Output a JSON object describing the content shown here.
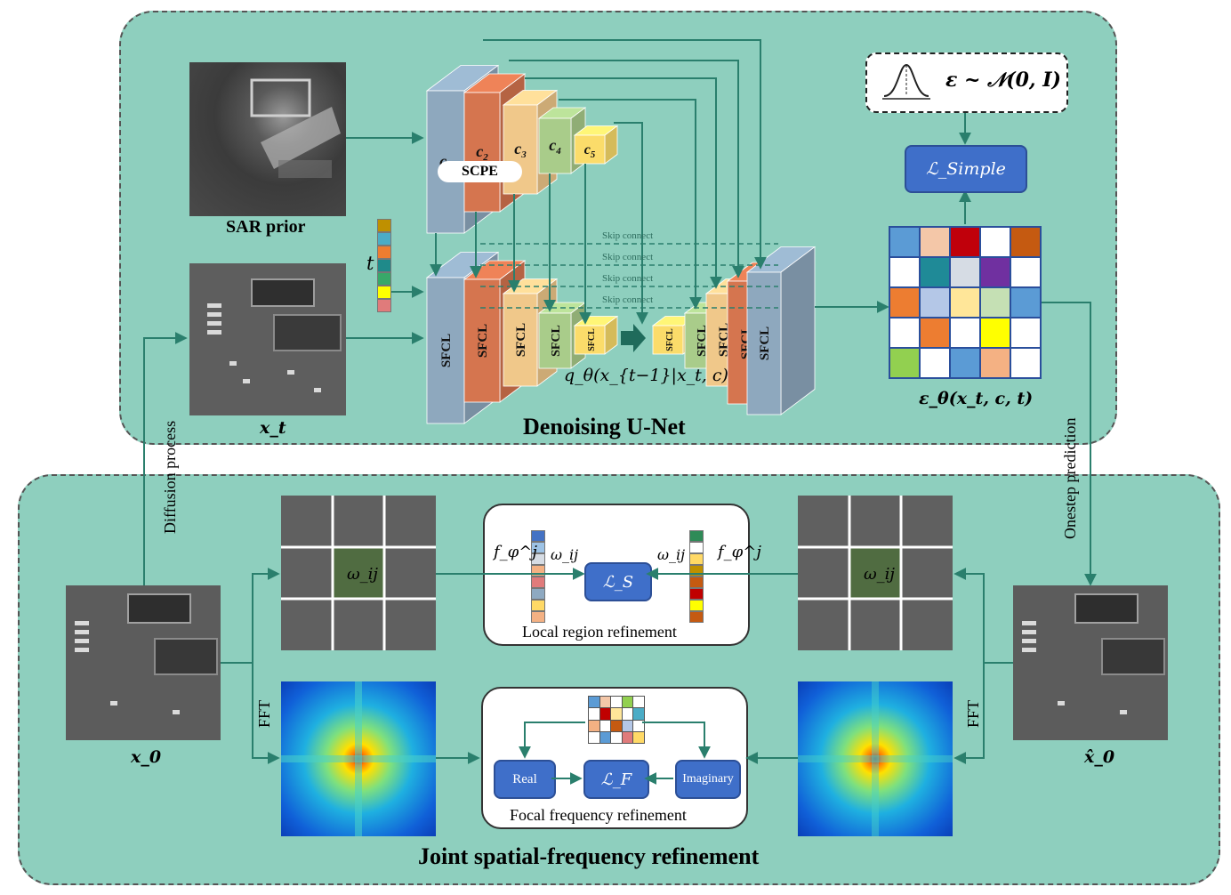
{
  "top_panel": {
    "title": "Denoising U-Net",
    "sar_prior_label": "SAR prior",
    "xt_label": "x_t",
    "t_label": "t",
    "scpe_label": "SCPE",
    "encoder_c_labels": [
      "c1",
      "c2",
      "c3",
      "c4",
      "c5"
    ],
    "sfcl_label": "SFCL",
    "skip_labels": [
      "Skip connect",
      "Skip connect",
      "Skip connect",
      "Skip connect"
    ],
    "q_label": "q_θ(x_{t−1}|x_t, c)",
    "noise_eq": "ε ~ 𝒩(0, I)",
    "loss_simple": "ℒ_Simple",
    "eps_label": "ε_θ(x_t, c, t)"
  },
  "bottom_panel": {
    "title": "Joint spatial-frequency refinement",
    "x0_label": "x_0",
    "x0hat_label": "x̂_0",
    "diffusion_process": "Diffusion process",
    "onestep_prediction": "Onestep prediction",
    "fft_left": "FFT",
    "fft_right": "FFT",
    "omega_patch": "ω_ij",
    "local_box": {
      "title": "Local region refinement",
      "f_phi": "f_φ^j",
      "omega": "ω_ij",
      "loss": "ℒ_S"
    },
    "focal_box": {
      "title": "Focal frequency refinement",
      "real": "Real",
      "imag": "Imaginary",
      "loss": "ℒ_F"
    }
  },
  "colors": {
    "panel_bg": "#8ecfbe",
    "arrow": "#2a7f6d",
    "layer_blue": "#8ea8be",
    "layer_orange": "#d5754f",
    "layer_tan": "#f0c88a",
    "layer_green": "#a9cc8a",
    "layer_yellow": "#fbdc6a",
    "loss_box": "#3f6fc9"
  },
  "noise_grid_colors": [
    [
      "#5b9bd5",
      "#f4c7a8",
      "#c0000b",
      "#ffffff",
      "#c55a11"
    ],
    [
      "#ffffff",
      "#1f8a97",
      "#d6dce4",
      "#7030a0",
      "#ffffff"
    ],
    [
      "#ed7d31",
      "#b4c7e7",
      "#ffe699",
      "#c5e0b4",
      "#5b9bd5"
    ],
    [
      "#ffffff",
      "#ed7d31",
      "#ffffff",
      "#ffff00",
      "#ffffff"
    ],
    [
      "#92d050",
      "#ffffff",
      "#5b9bd5",
      "#f4b183",
      "#ffffff"
    ]
  ],
  "t_embed_colors": [
    "#bf9000",
    "#4bacc6",
    "#ed7d31",
    "#1f8a8a",
    "#38a869",
    "#ffff00",
    "#e07b7b"
  ],
  "fphi_left_colors": [
    "#4472c4",
    "#9dc3e6",
    "#d6dce4",
    "#f4b183",
    "#e07b7b",
    "#8ea9c1",
    "#ffd966",
    "#f4b183"
  ],
  "fphi_right_colors": [
    "#2e8b57",
    "#ffffff",
    "#ffd966",
    "#bf9000",
    "#c55a11",
    "#c00000",
    "#ffff00",
    "#c55a11"
  ],
  "small_grid_colors": [
    [
      "#5b9bd5",
      "#f4c7a8",
      "#ffffff",
      "#92d050",
      "#ffffff"
    ],
    [
      "#ffffff",
      "#c00000",
      "#ffe699",
      "#ffffff",
      "#4bacc6"
    ],
    [
      "#f4b183",
      "#ffffff",
      "#c55a11",
      "#b4c7e7",
      "#ffffff"
    ],
    [
      "#ffffff",
      "#5b9bd5",
      "#ffffff",
      "#e07b7b",
      "#ffd966"
    ]
  ]
}
